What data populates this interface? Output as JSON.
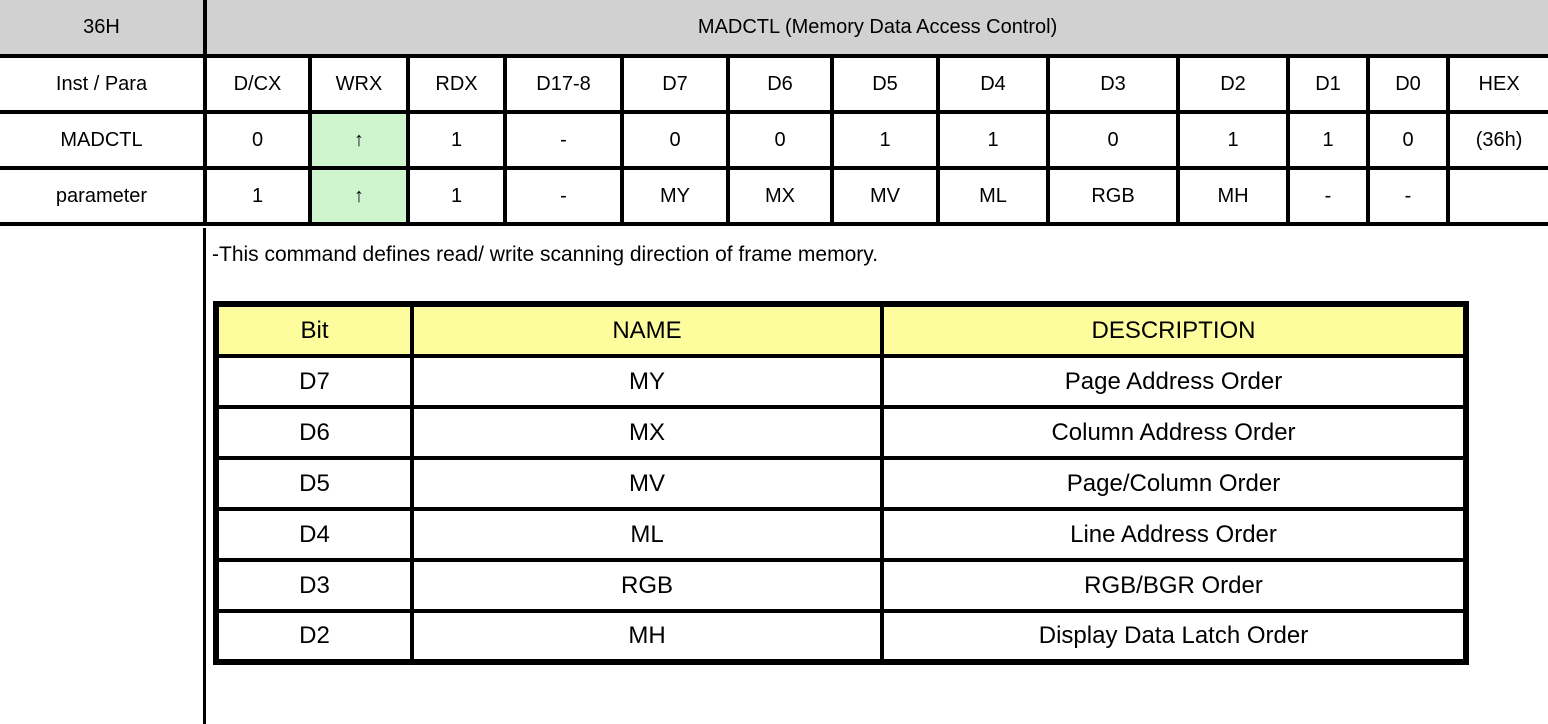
{
  "colors": {
    "title_row_bg": "#d1d1d1",
    "wrx_highlight_bg": "#cef5ce",
    "bit_header_bg": "#fdfd9e",
    "border": "#000000"
  },
  "title_row": {
    "code": "36H",
    "name": "MADCTL (Memory Data Access Control)"
  },
  "register_table": {
    "columns": [
      "Inst / Para",
      "D/CX",
      "WRX",
      "RDX",
      "D17-8",
      "D7",
      "D6",
      "D5",
      "D4",
      "D3",
      "D2",
      "D1",
      "D0",
      "HEX"
    ],
    "rows": [
      {
        "label": "MADCTL",
        "cells": [
          "0",
          "↑",
          "1",
          "-",
          "0",
          "0",
          "1",
          "1",
          "0",
          "1",
          "1",
          "0",
          "(36h)"
        ]
      },
      {
        "label": "parameter",
        "cells": [
          "1",
          "↑",
          "1",
          "-",
          "MY",
          "MX",
          "MV",
          "ML",
          "RGB",
          "MH",
          "-",
          "-",
          ""
        ]
      }
    ],
    "highlighted_column": "WRX"
  },
  "description": "-This command defines read/ write scanning direction of frame memory.",
  "bit_table": {
    "headers": [
      "Bit",
      "NAME",
      "DESCRIPTION"
    ],
    "rows": [
      [
        "D7",
        "MY",
        "Page Address Order"
      ],
      [
        "D6",
        "MX",
        "Column Address Order"
      ],
      [
        "D5",
        "MV",
        "Page/Column Order"
      ],
      [
        "D4",
        "ML",
        "Line Address Order"
      ],
      [
        "D3",
        "RGB",
        "RGB/BGR Order"
      ],
      [
        "D2",
        "MH",
        "Display Data Latch Order"
      ]
    ]
  }
}
